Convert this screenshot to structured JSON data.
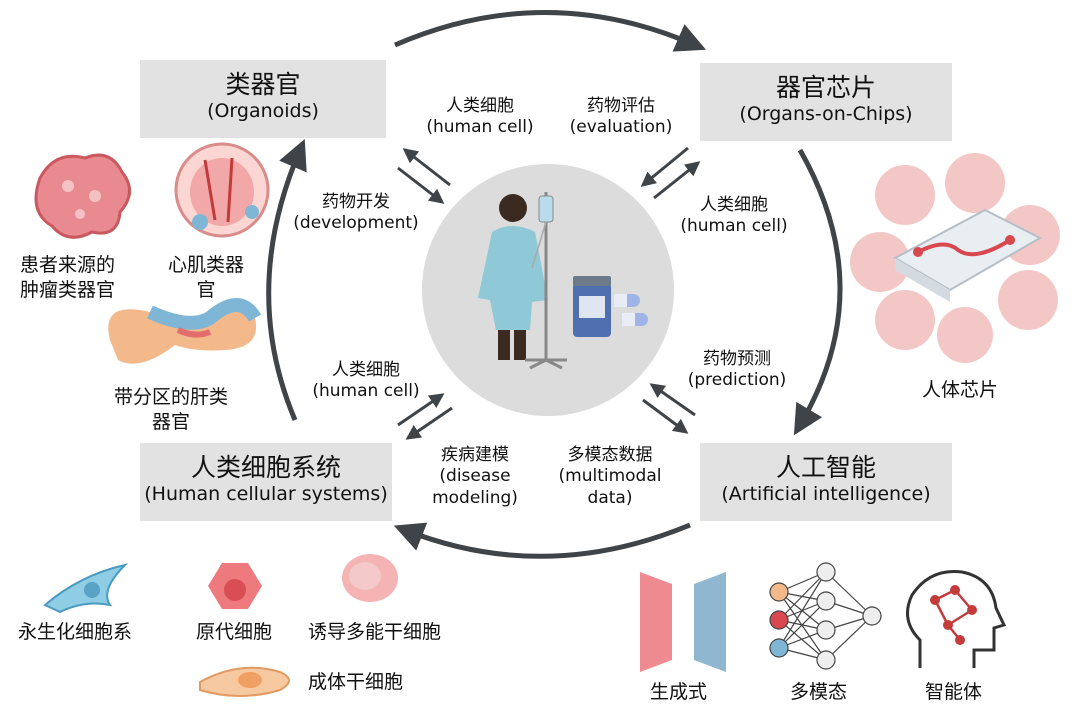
{
  "boxes": {
    "organoids": {
      "zh": "类器官",
      "en": "(Organoids)"
    },
    "organs_on_chips": {
      "zh": "器官芯片",
      "en": "(Organs-on-Chips)"
    },
    "human_cellular": {
      "zh": "人类细胞系统",
      "en": "(Human cellular systems)"
    },
    "ai": {
      "zh": "人工智能",
      "en": "(Artificial intelligence)"
    }
  },
  "cycle_labels": {
    "top_left": {
      "zh": "人类细胞",
      "en": "(human cell)"
    },
    "top_right": {
      "zh": "药物评估",
      "en": "(evaluation)"
    },
    "left_upper": {
      "zh": "药物开发",
      "en": "(development)"
    },
    "right_upper": {
      "zh": "人类细胞",
      "en": "(human cell)"
    },
    "left_lower": {
      "zh": "人类细胞",
      "en": "(human cell)"
    },
    "right_lower": {
      "zh": "药物预测",
      "en": "(prediction)"
    },
    "bottom_left": {
      "zh": "疾病建模",
      "en1": "(disease",
      "en2": "modeling)"
    },
    "bottom_right": {
      "zh": "多模态数据",
      "en1": "(multimodal",
      "en2": "data)"
    }
  },
  "organoid_captions": {
    "tumor_line1": "患者来源的",
    "tumor_line2": "肿瘤类器官",
    "cardiac_line1": "心肌类器",
    "cardiac_line2": "官",
    "liver_line1": "带分区的肝类",
    "liver_line2": "器官"
  },
  "chip_caption": "人体芯片",
  "cell_captions": {
    "immortal": "永生化细胞系",
    "primary": "原代细胞",
    "ipsc": "诱导多能干细胞",
    "adult_stem": "成体干细胞"
  },
  "ai_captions": {
    "generative": "生成式",
    "multimodal": "多模态",
    "agent": "智能体"
  },
  "colors": {
    "box_bg": "#e2e2e2",
    "arrow": "#3f4449",
    "center_circle": "#dcdcdc",
    "tumor": "#e88a8f",
    "heart": "#f2a8a8",
    "liver_blue": "#7fb6d6",
    "liver_orange": "#f3b98a",
    "cell_blue": "#8ecde4",
    "cell_red": "#ee7a7e",
    "cell_pink": "#f6b3b3",
    "cell_peach": "#f7c9a0",
    "gen_red": "#ee8a90",
    "gen_blue": "#8fb7cf"
  },
  "icons": [
    "tumor-organoid-icon",
    "cardiac-organoid-icon",
    "zoned-liver-organoid-icon",
    "patient-iv-icon",
    "medication-icon",
    "organ-chip-icon",
    "immortalized-cell-icon",
    "primary-cell-icon",
    "ipsc-icon",
    "adult-stem-cell-icon",
    "generative-model-icon",
    "neural-network-icon",
    "agent-head-icon"
  ]
}
